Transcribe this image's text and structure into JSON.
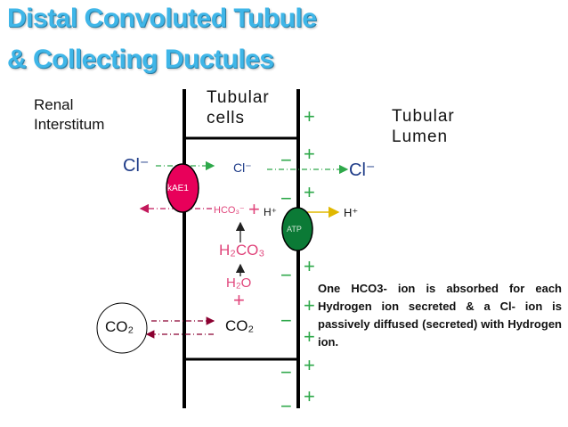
{
  "title": {
    "line1": "Distal Convoluted Tubule",
    "line2": "& Collecting Ductules"
  },
  "labels": {
    "interstitium_1": "Renal",
    "interstitium_2": "Interstitum",
    "cells_1": "Tubular",
    "cells_2": "cells",
    "lumen_1": "Tubular",
    "lumen_2": "Lumen"
  },
  "ions": {
    "cl_left": "Cl⁻",
    "cl_mid": "Cl⁻",
    "cl_right": "Cl⁻",
    "kae1": "kAE1",
    "hco3": "HCO₃⁻",
    "plus": "+",
    "h_mid": "H⁺",
    "h_right": "H⁺",
    "atp": "ATP",
    "h2co3": "H₂CO₃",
    "h2o": "H₂O",
    "co2_cell": "CO₂",
    "co2_interstitium": "CO₂",
    "minus": "−"
  },
  "note": "One HCO3- ion is absorbed for each Hydrogen ion secreted & a Cl- ion is passively diffused (secreted) with Hydrogen ion.",
  "colors": {
    "title": "#3fb6e8",
    "kae1_transporter": "#e8005a",
    "atp_pump": "#0b7a36",
    "cl_arrow": "#2ea84a",
    "hco3_arrow": "#c2185b",
    "h_arrow": "#e0b800",
    "charge_sign": "#2ea84a"
  }
}
